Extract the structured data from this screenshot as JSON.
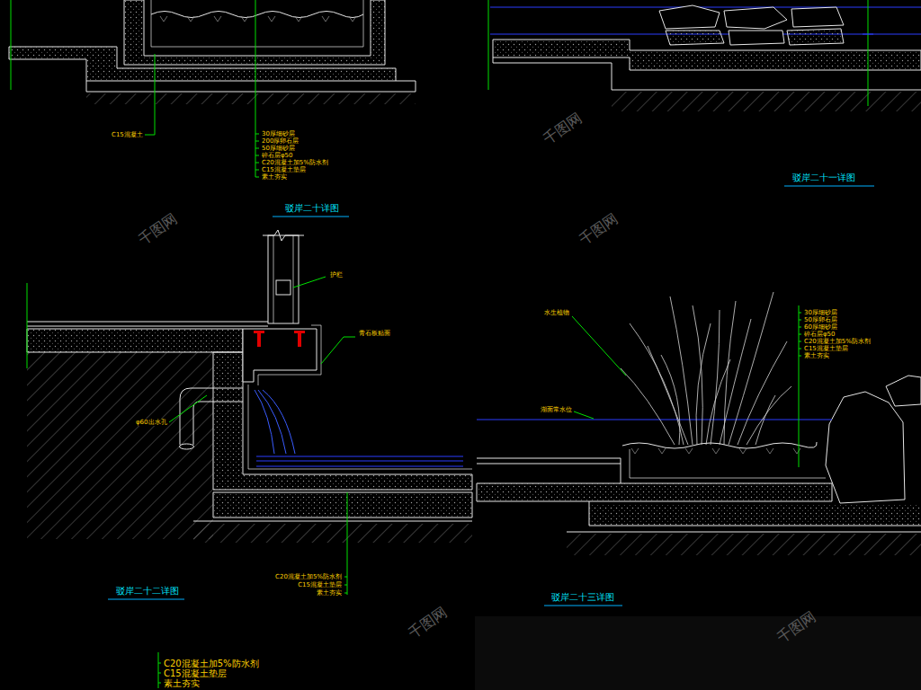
{
  "diagram": {
    "labels": [
      "C15混凝土",
      "30厚细砂层",
      "200厚卵石层",
      "50厚细砂层",
      "碎石层φ50",
      "C20混凝土加5%防水剂",
      "C15混凝土垫层",
      "素土夯实",
      "驳岸二十详图",
      "驳岸二十一详图",
      "护栏",
      "青石板贴面",
      "φ60出水孔",
      "C20混凝土加5%防水剂",
      "C15混凝土垫层",
      "素土夯实",
      "驳岸二十二详图",
      "水生植物",
      "30厚细砂层",
      "50厚卵石层",
      "60厚细砂层",
      "碎石层φ50",
      "C20混凝土加5%防水剂",
      "C15混凝土垫层",
      "素土夯实",
      "湖面常水位",
      "驳岸二十三详图",
      "C20混凝土加5%防水剂",
      "C15混凝土垫层",
      "素土夯实",
      "千图网",
      "千图网",
      "千图网",
      "千图网",
      "千图网"
    ]
  }
}
